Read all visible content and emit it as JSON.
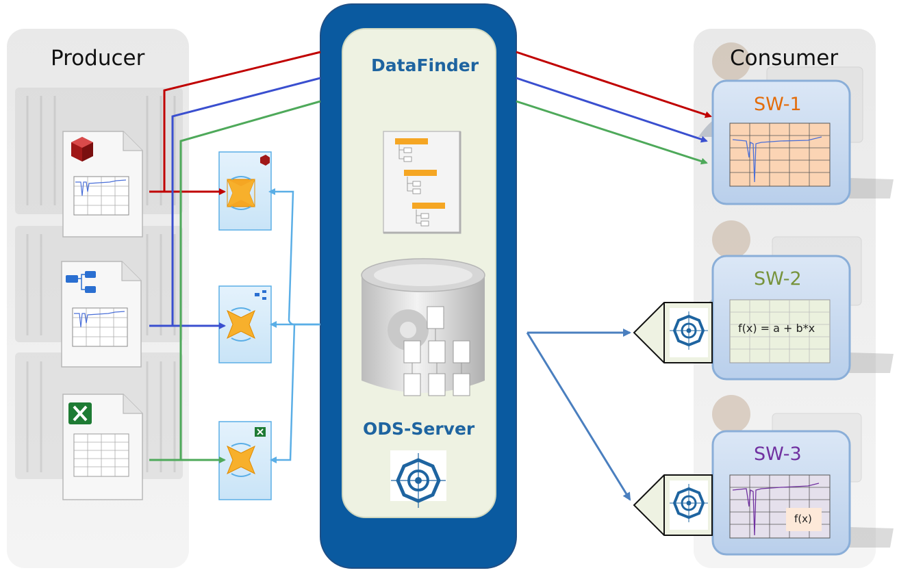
{
  "producer": {
    "title": "Producer"
  },
  "consumer": {
    "title": "Consumer",
    "apps": [
      {
        "name": "SW-1",
        "color": "#e36c0a"
      },
      {
        "name": "SW-2",
        "color": "#77933c"
      },
      {
        "name": "SW-3",
        "color": "#7030a0"
      }
    ]
  },
  "server": {
    "datafinder_label": "DataFinder",
    "ods_label": "ODS-Server"
  },
  "sw2_formula": "f(x) = a + b*x",
  "sw3_fx": "f(x)",
  "colors": {
    "red_line": "#c00000",
    "blue_line": "#3a4fcf",
    "green_line": "#4ea95a",
    "light_blue_line": "#5aaee6",
    "ods_blue": "#1e64a0",
    "server_frame": "#0a5aa0"
  },
  "icons": {
    "file_types": [
      "red-cube-icon",
      "hierarchy-icon",
      "excel-icon"
    ],
    "plugin": "dataplugin-icon",
    "ods": "ods-logo-icon"
  }
}
